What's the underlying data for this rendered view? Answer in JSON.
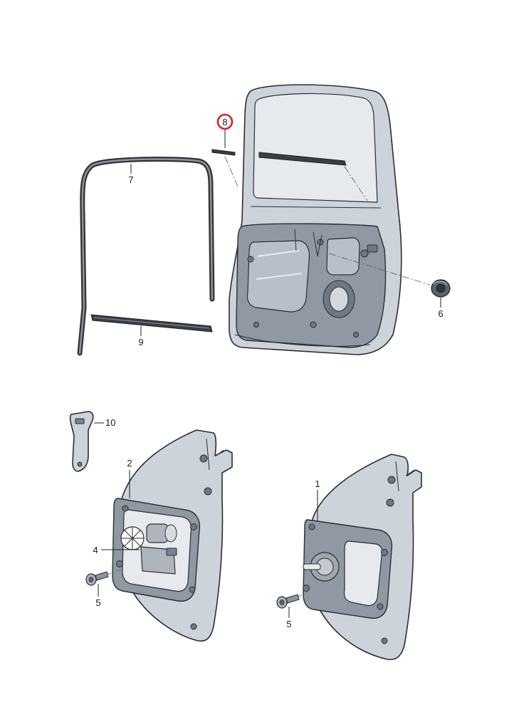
{
  "callouts": {
    "c1": "1",
    "c2": "2",
    "c4": "4",
    "c5a": "5",
    "c5b": "5",
    "c6": "6",
    "c7": "7",
    "c8": "8",
    "c9": "9",
    "c10": "10"
  },
  "colors": {
    "highlight_ring": "#e0202a",
    "panel_fill": "#cdd3da",
    "outline": "#2a2e33"
  }
}
